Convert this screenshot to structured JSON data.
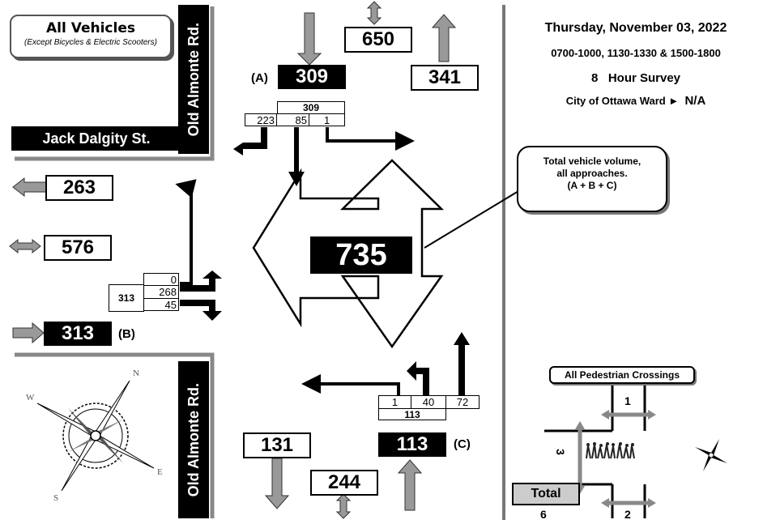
{
  "title": {
    "main": "All Vehicles",
    "sub": "(Except Bicycles & Electric Scooters)"
  },
  "roads": {
    "north_street": "Old Almonte Rd.",
    "west_street": "Jack Dalgity St.",
    "south_street": "Old Almonte Rd."
  },
  "survey": {
    "date": "Thursday, November 03, 2022",
    "periods": "0700-1000, 1130-1330 & 1500-1800",
    "duration_value": "8",
    "duration_unit": "Hour Survey",
    "ward_label": "City of Ottawa Ward ►",
    "ward_value": "N/A"
  },
  "callout": {
    "line1": "Total vehicle volume,",
    "line2": "all approaches.",
    "line3": "(A + B + C)"
  },
  "total": "735",
  "north": {
    "two_way": "650",
    "departing": "341",
    "approach_label": "(A)",
    "approach_total": "309",
    "split_total": "309",
    "right": "223",
    "through": "85",
    "left": "1"
  },
  "west": {
    "departing": "263",
    "two_way": "576",
    "approach_total": "313",
    "approach_label": "(B)",
    "split_total": "313",
    "u_turn": "0",
    "left": "268",
    "right": "45"
  },
  "south": {
    "departing": "131",
    "two_way": "244",
    "approach_total": "113",
    "approach_label": "(C)",
    "split_total": "113",
    "left": "1",
    "u_turn": "40",
    "through": "72"
  },
  "pedestrians": {
    "title": "All Pedestrian Crossings",
    "north_crossing": "1",
    "west_crossing": "3",
    "south_crossing": "2",
    "total_label": "Total",
    "total_value": "6"
  },
  "icons": [
    "compass-rose-icon",
    "small-compass-icon",
    "pedestrian-crowd-icon"
  ]
}
